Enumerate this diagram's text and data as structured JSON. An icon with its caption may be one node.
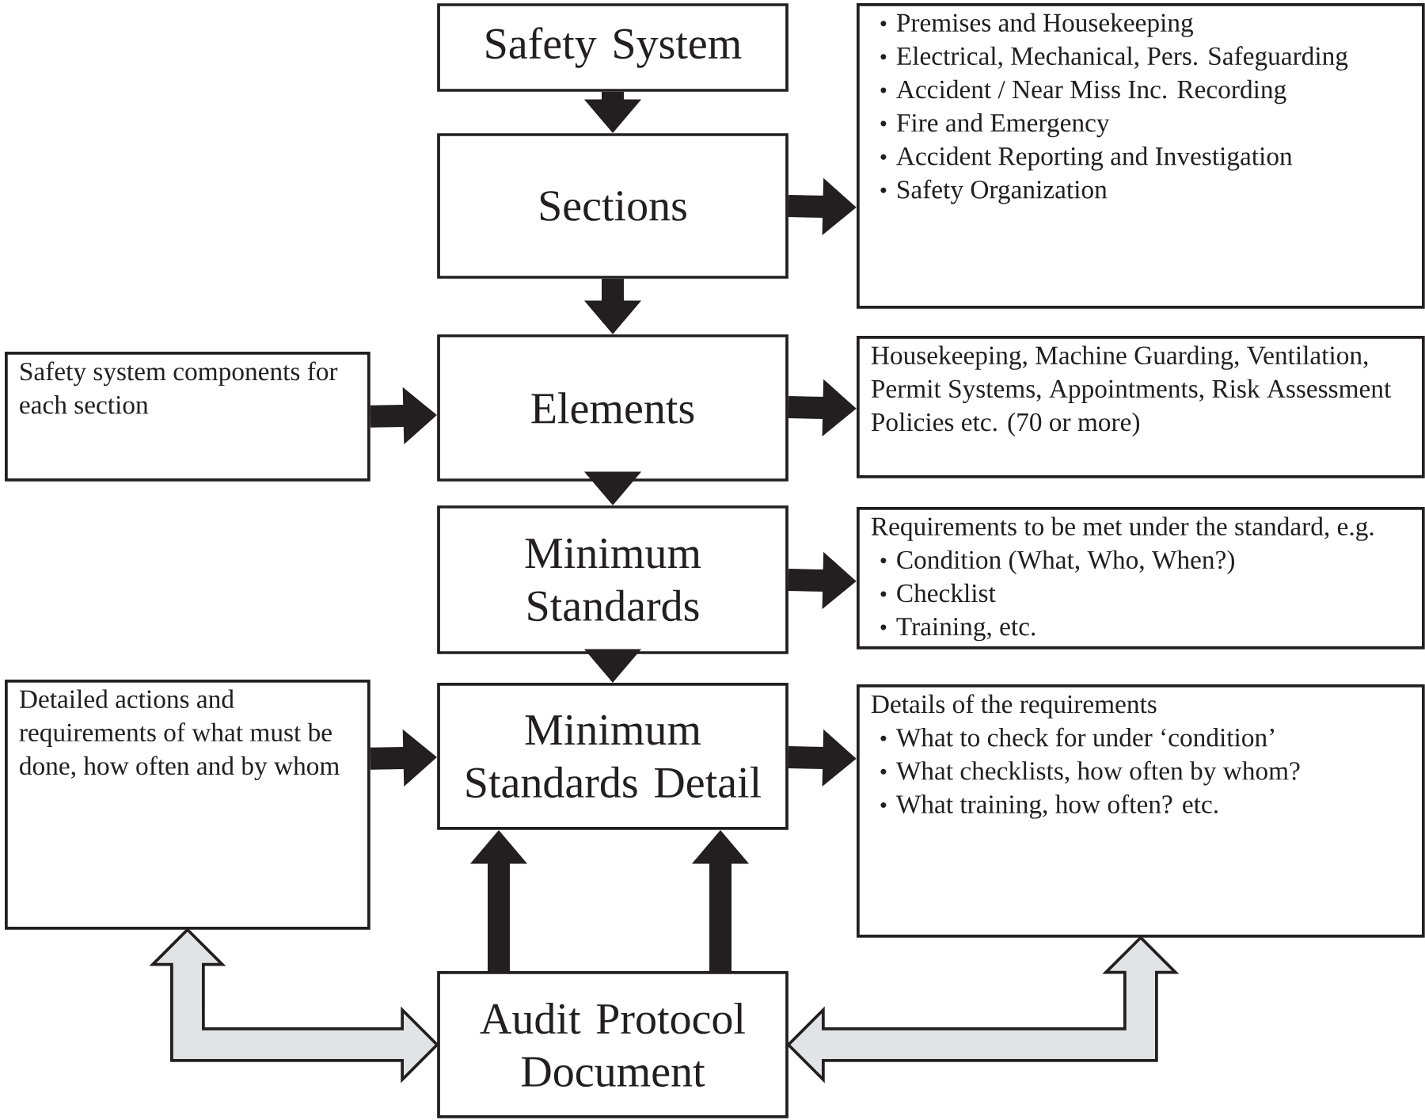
{
  "diagram": {
    "nodes": [
      {
        "text": [
          "Safety System"
        ]
      },
      {
        "text": [
          "Sections"
        ]
      },
      {
        "text": [
          "Premises and Housekeeping",
          "Electrical, Mechanical, Pers. Safeguarding",
          "Accident / Near Miss Inc. Recording",
          "Fire and Emergency",
          "Accident Reporting and Investigation",
          "Safety Organization"
        ]
      },
      {
        "text": [
          "Safety system components for each section"
        ]
      },
      {
        "text": [
          "Elements"
        ]
      },
      {
        "text": [
          "Housekeeping, Machine Guarding, Ventilation, Permit Systems, Appointments, Risk Assessment Policies etc. (70 or more)"
        ]
      },
      {
        "text": [
          "Minimum Standards"
        ]
      },
      {
        "text": [
          "Requirements to be met under the standard, e.g.",
          "Condition (What, Who, When?)",
          "Checklist",
          "Training, etc."
        ]
      },
      {
        "text": [
          "Detailed actions and requirements of what must be done, how often and by whom"
        ]
      },
      {
        "text": [
          "Minimum Standards Detail"
        ]
      },
      {
        "text": [
          "Details of the requirements",
          "What to check for under ‘condition’",
          "What checklists, how often by whom?",
          "What training, how often? etc."
        ]
      },
      {
        "text": [
          "Audit Protocol Document"
        ]
      }
    ],
    "edges": [
      {
        "from": 0,
        "to": 1,
        "arrow": "to"
      },
      {
        "from": 1,
        "to": 2,
        "arrow": "to"
      },
      {
        "from": 1,
        "to": 4,
        "arrow": "to"
      },
      {
        "from": 3,
        "to": 4,
        "arrow": "to"
      },
      {
        "from": 4,
        "to": 5,
        "arrow": "to"
      },
      {
        "from": 4,
        "to": 6,
        "arrow": "to"
      },
      {
        "from": 6,
        "to": 7,
        "arrow": "to"
      },
      {
        "from": 6,
        "to": 9,
        "arrow": "to"
      },
      {
        "from": 8,
        "to": 9,
        "arrow": "to"
      },
      {
        "from": 9,
        "to": 10,
        "arrow": "to"
      },
      {
        "from": 11,
        "to": 9,
        "arrow": "to"
      },
      {
        "from": 11,
        "to": 9,
        "arrow": "to"
      },
      {
        "from": 8,
        "to": 11,
        "arrow": "both",
        "color": "#e2e3e5"
      },
      {
        "from": 11,
        "to": 10,
        "arrow": "both",
        "color": "#e2e3e5"
      }
    ]
  }
}
